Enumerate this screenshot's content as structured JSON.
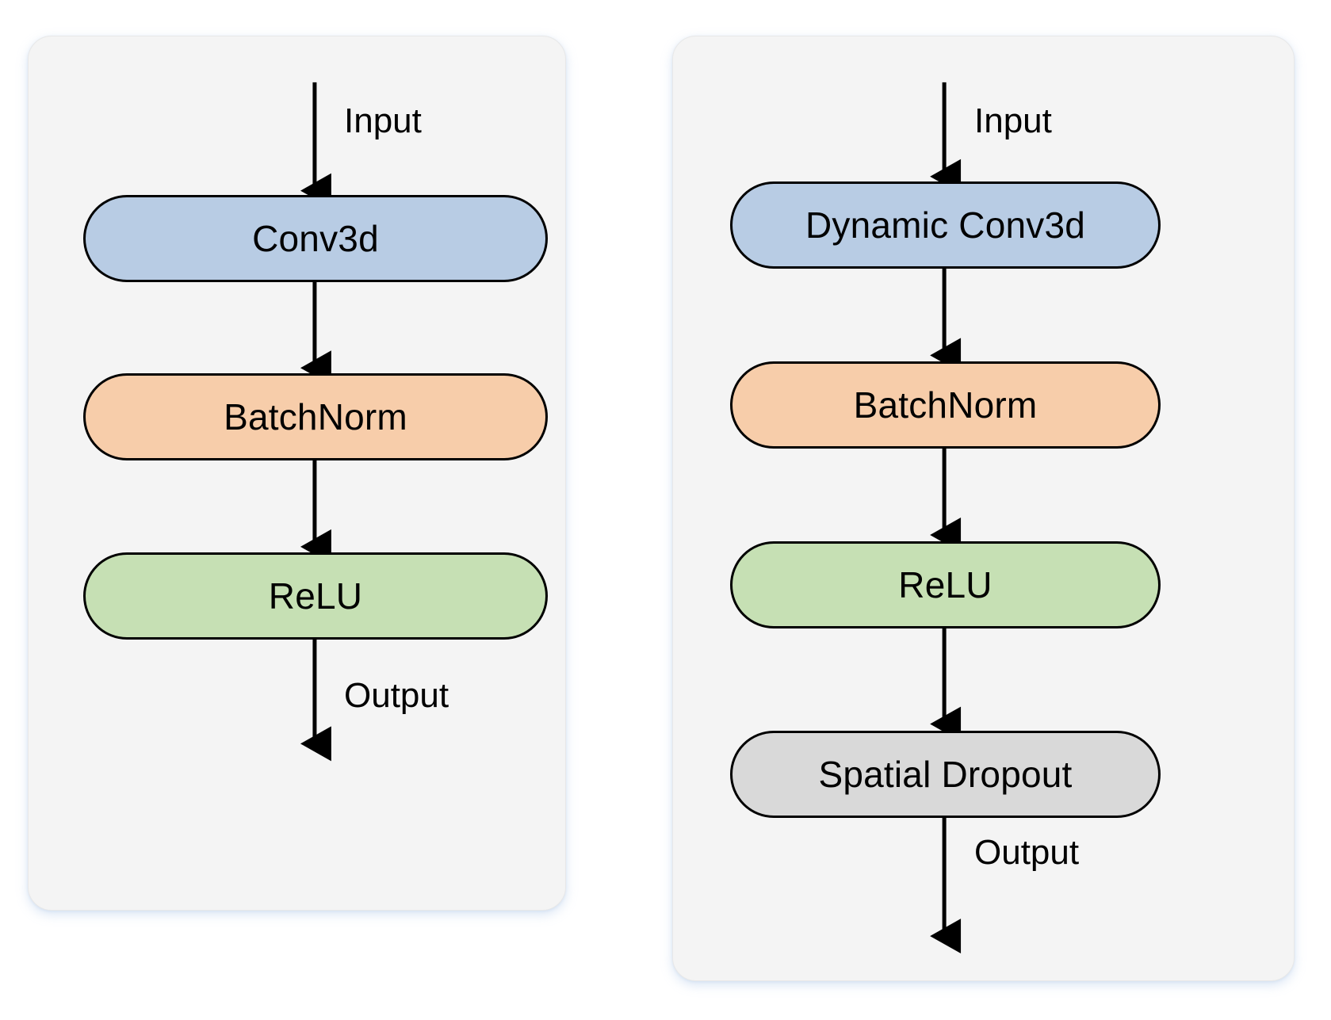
{
  "figure": {
    "background": "#ffffff",
    "panel_background": "#f4f4f4",
    "line_color": "#000000"
  },
  "palette": {
    "conv": "#b8cce4",
    "norm": "#f7cdaa",
    "activation": "#c6e0b4",
    "dropout": "#d9d9d9"
  },
  "panels": [
    {
      "id": "baseline-block",
      "input_label": "Input",
      "output_label": "Output",
      "nodes": [
        {
          "label": "Conv3d",
          "color_key": "conv",
          "color": "#b8cce4"
        },
        {
          "label": "BatchNorm",
          "color_key": "norm",
          "color": "#f7cdaa"
        },
        {
          "label": "ReLU",
          "color_key": "activation",
          "color": "#c6e0b4"
        }
      ]
    },
    {
      "id": "dynamic-block",
      "input_label": "Input",
      "output_label": "Output",
      "nodes": [
        {
          "label": "Dynamic Conv3d",
          "color_key": "conv",
          "color": "#b8cce4"
        },
        {
          "label": "BatchNorm",
          "color_key": "norm",
          "color": "#f7cdaa"
        },
        {
          "label": "ReLU",
          "color_key": "activation",
          "color": "#c6e0b4"
        },
        {
          "label": "Spatial Dropout",
          "color_key": "dropout",
          "color": "#d9d9d9"
        }
      ]
    }
  ]
}
